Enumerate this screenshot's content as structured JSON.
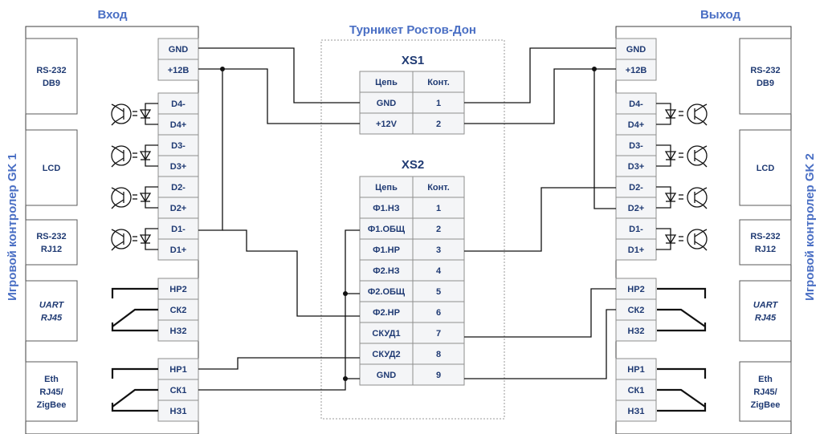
{
  "title_center": "Турникет Ростов-Дон",
  "left": {
    "heading": "Вход",
    "side_label": "Игровой контролер GK 1",
    "panels": [
      {
        "lines": [
          "RS-232",
          "DB9"
        ],
        "italic": false
      },
      {
        "lines": [
          "LCD"
        ],
        "italic": false
      },
      {
        "lines": [
          "RS-232",
          "RJ12"
        ],
        "italic": false
      },
      {
        "lines": [
          "UART",
          "RJ45"
        ],
        "italic": true
      },
      {
        "lines": [
          "Eth",
          "RJ45/",
          "ZigBee"
        ],
        "italic": false
      }
    ],
    "terminals": [
      "GND",
      "+12В",
      "D4-",
      "D4+",
      "D3-",
      "D3+",
      "D2-",
      "D2+",
      "D1-",
      "D1+",
      "НР2",
      "СК2",
      "НЗ2",
      "НР1",
      "СК1",
      "НЗ1"
    ]
  },
  "right": {
    "heading": "Выход",
    "side_label": "Игровой контролер GK 2",
    "panels": [
      {
        "lines": [
          "RS-232",
          "DB9"
        ],
        "italic": false
      },
      {
        "lines": [
          "LCD"
        ],
        "italic": false
      },
      {
        "lines": [
          "RS-232",
          "RJ12"
        ],
        "italic": false
      },
      {
        "lines": [
          "UART",
          "RJ45"
        ],
        "italic": true
      },
      {
        "lines": [
          "Eth",
          "RJ45/",
          "ZigBee"
        ],
        "italic": false
      }
    ],
    "terminals": [
      "GND",
      "+12В",
      "D4-",
      "D4+",
      "D3-",
      "D3+",
      "D2-",
      "D2+",
      "D1-",
      "D1+",
      "НР2",
      "СК2",
      "НЗ2",
      "НР1",
      "СК1",
      "НЗ1"
    ]
  },
  "xs1": {
    "title": "XS1",
    "headers": [
      "Цепь",
      "Конт."
    ],
    "rows": [
      [
        "GND",
        "1"
      ],
      [
        "+12V",
        "2"
      ]
    ]
  },
  "xs2": {
    "title": "XS2",
    "headers": [
      "Цепь",
      "Конт."
    ],
    "rows": [
      [
        "Ф1.НЗ",
        "1"
      ],
      [
        "Ф1.ОБЩ",
        "2"
      ],
      [
        "Ф1.НР",
        "3"
      ],
      [
        "Ф2.НЗ",
        "4"
      ],
      [
        "Ф2.ОБЩ",
        "5"
      ],
      [
        "Ф2.НР",
        "6"
      ],
      [
        "СКУД1",
        "7"
      ],
      [
        "СКУД2",
        "8"
      ],
      [
        "GND",
        "9"
      ]
    ]
  }
}
